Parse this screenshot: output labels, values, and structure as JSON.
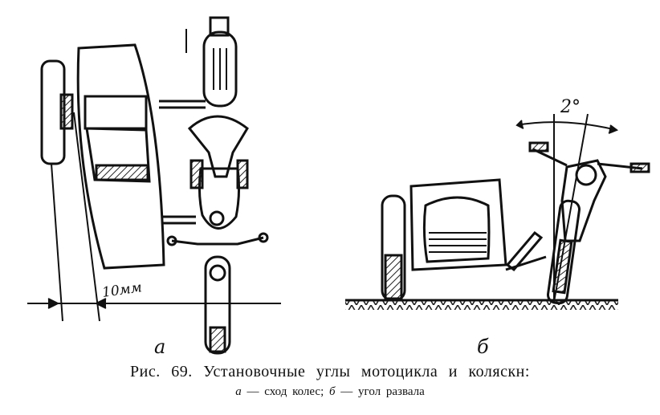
{
  "figure": {
    "dimension_label": "10мм",
    "angle_label": "2°",
    "panel_a_label": "а",
    "panel_b_label": "б"
  },
  "caption": {
    "line1": "Рис. 69. Установочные углы мотоцикла и коляскн:",
    "line2_a_letter": "а",
    "line2_a_text": " — сход колес; ",
    "line2_b_letter": "б",
    "line2_b_text": " — угол развала"
  }
}
